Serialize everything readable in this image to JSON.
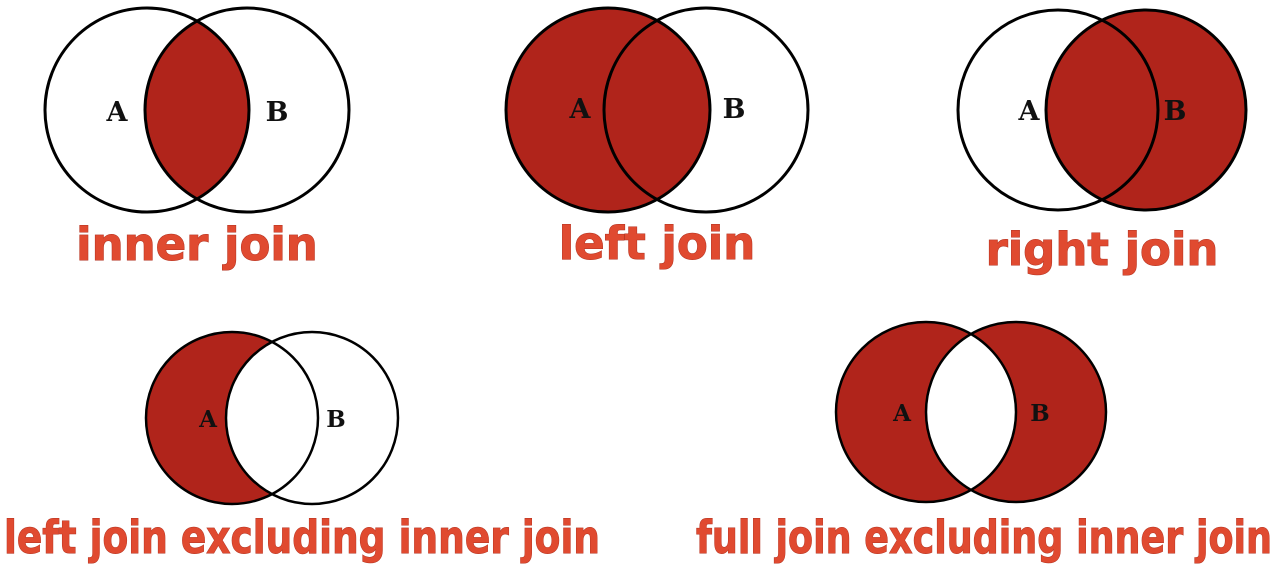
{
  "colors": {
    "fill": "#b0241b",
    "stroke": "#000000",
    "caption": "#e04a30",
    "background": "#ffffff"
  },
  "diagrams": [
    {
      "id": "inner",
      "caption": "inner join",
      "set_a": "A",
      "set_b": "B",
      "shaded": [
        "intersection"
      ]
    },
    {
      "id": "left",
      "caption": "left join",
      "set_a": "A",
      "set_b": "B",
      "shaded": [
        "a_only",
        "intersection"
      ]
    },
    {
      "id": "right",
      "caption": "right join",
      "set_a": "A",
      "set_b": "B",
      "shaded": [
        "intersection",
        "b_only"
      ]
    },
    {
      "id": "left-excl",
      "caption": "left join excluding inner join",
      "set_a": "A",
      "set_b": "B",
      "shaded": [
        "a_only"
      ]
    },
    {
      "id": "full-excl",
      "caption": "full join excluding inner join",
      "set_a": "A",
      "set_b": "B",
      "shaded": [
        "a_only",
        "b_only"
      ]
    }
  ]
}
